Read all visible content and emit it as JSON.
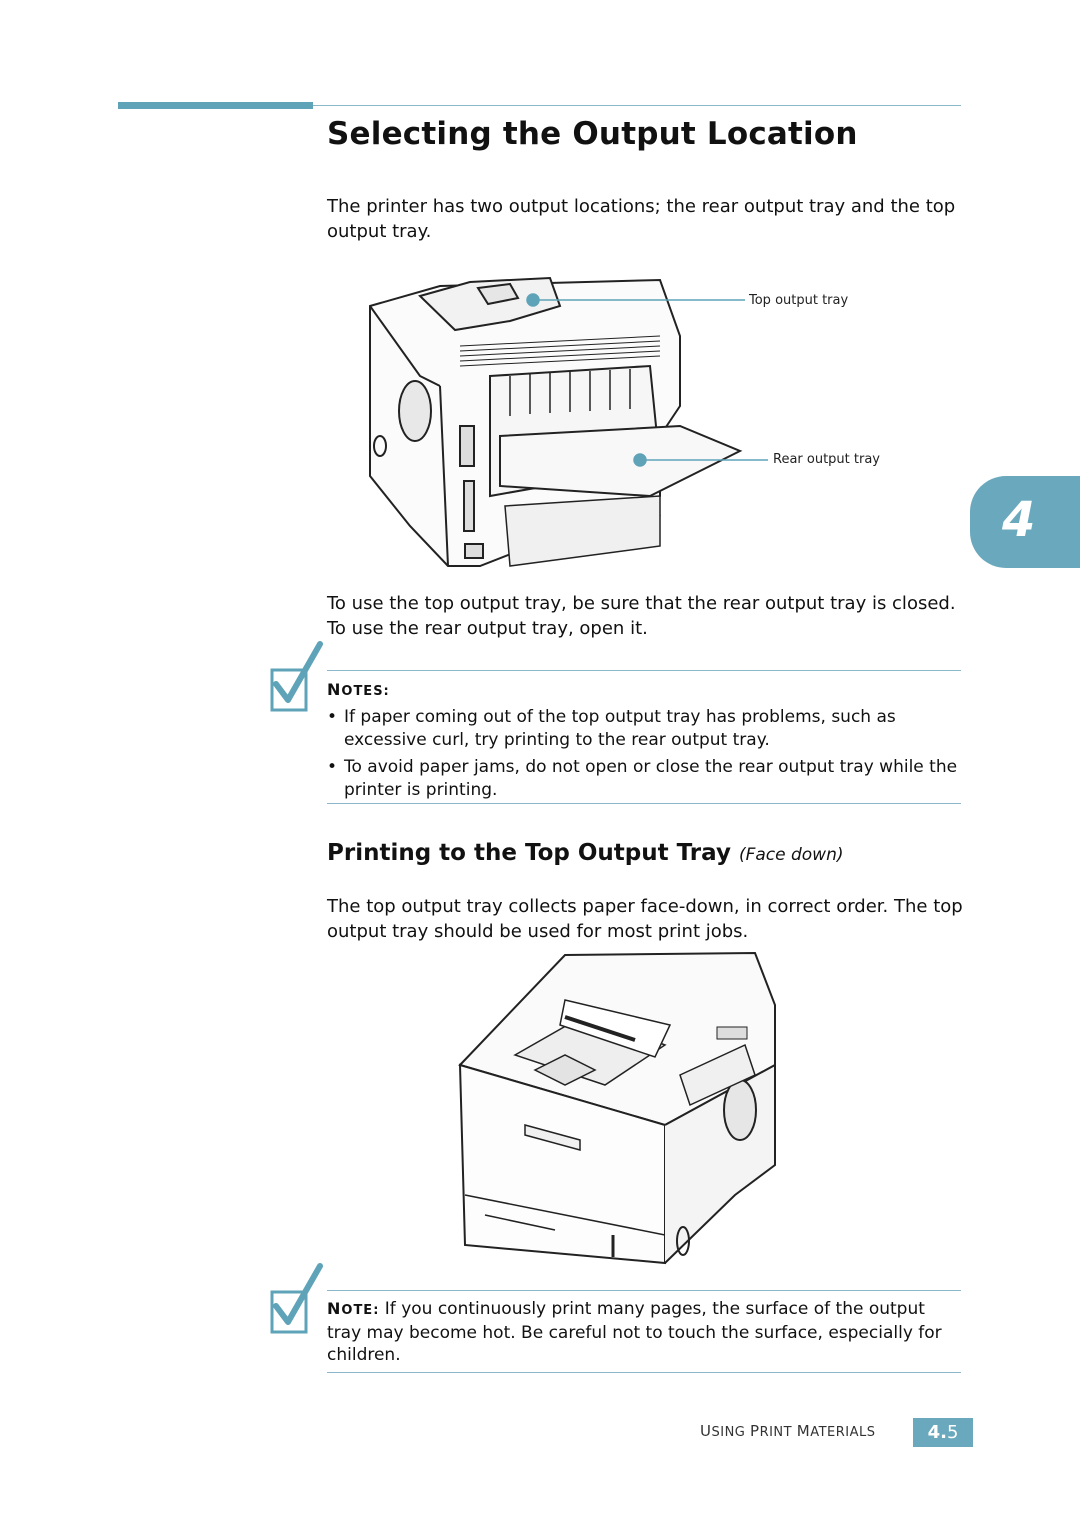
{
  "section": {
    "title": "Selecting the Output Location",
    "intro": "The printer has two output locations; the rear output tray and the top output tray.",
    "callouts": {
      "top": "Top output tray",
      "rear": "Rear output tray"
    },
    "after_figure": "To use the top output tray, be sure that the rear output tray is closed. To use the rear output tray, open it."
  },
  "chapter_tab": {
    "number": "4"
  },
  "notes": {
    "heading_first": "N",
    "heading_rest": "OTES:",
    "items": [
      "If paper coming out of the top output tray has problems, such as excessive curl, try printing to the rear output tray.",
      "To avoid paper jams, do not open or close the rear output tray while the printer is printing."
    ]
  },
  "subsection": {
    "title": "Printing to the Top Output Tray",
    "subtitle": "(Face down)",
    "paragraph": "The top output tray collects paper face-down, in correct order. The top output tray should be used for most print jobs."
  },
  "note2": {
    "label_first": "N",
    "label_rest": "OTE:",
    "text": "If you continuously print many pages, the surface of the output tray may become hot. Be careful not to touch the surface, especially for children."
  },
  "footer": {
    "w1_first": "U",
    "w1_rest": "SING",
    "w2_first": "P",
    "w2_rest": "RINT",
    "w3_first": "M",
    "w3_rest": "ATERIALS",
    "page_major": "4.",
    "page_minor": "5"
  },
  "colors": {
    "accent": "#5fa3b8",
    "rule": "#8ab8c8",
    "tab": "#6aa9bd"
  }
}
